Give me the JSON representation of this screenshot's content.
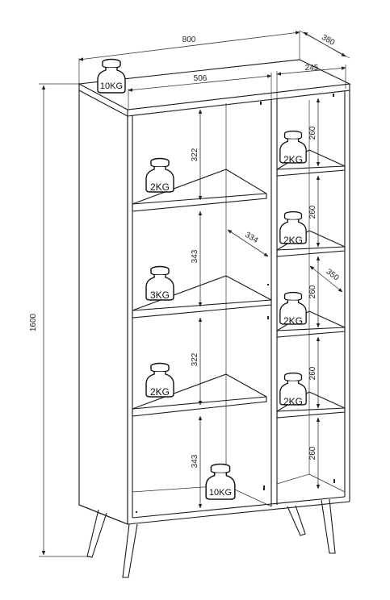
{
  "dimensions": {
    "width_total": "800",
    "depth_total": "380",
    "height_total": "1600",
    "left_width": "506",
    "right_width": "245",
    "left_shelf_gap_1": "322",
    "left_shelf_gap_2": "343",
    "left_shelf_gap_3": "322",
    "left_shelf_gap_4": "343",
    "left_shelf_depth": "334",
    "right_shelf_depth": "350",
    "right_gap_1": "260",
    "right_gap_2": "260",
    "right_gap_3": "260",
    "right_gap_4": "260",
    "right_gap_5": "260"
  },
  "weights": {
    "top": "10KG",
    "left_shelf_1": "2KG",
    "left_shelf_2": "3KG",
    "left_shelf_3": "2KG",
    "left_bottom": "10KG",
    "right_shelf_1": "2KG",
    "right_shelf_2": "2KG",
    "right_shelf_3": "2KG",
    "right_shelf_4": "2KG"
  }
}
